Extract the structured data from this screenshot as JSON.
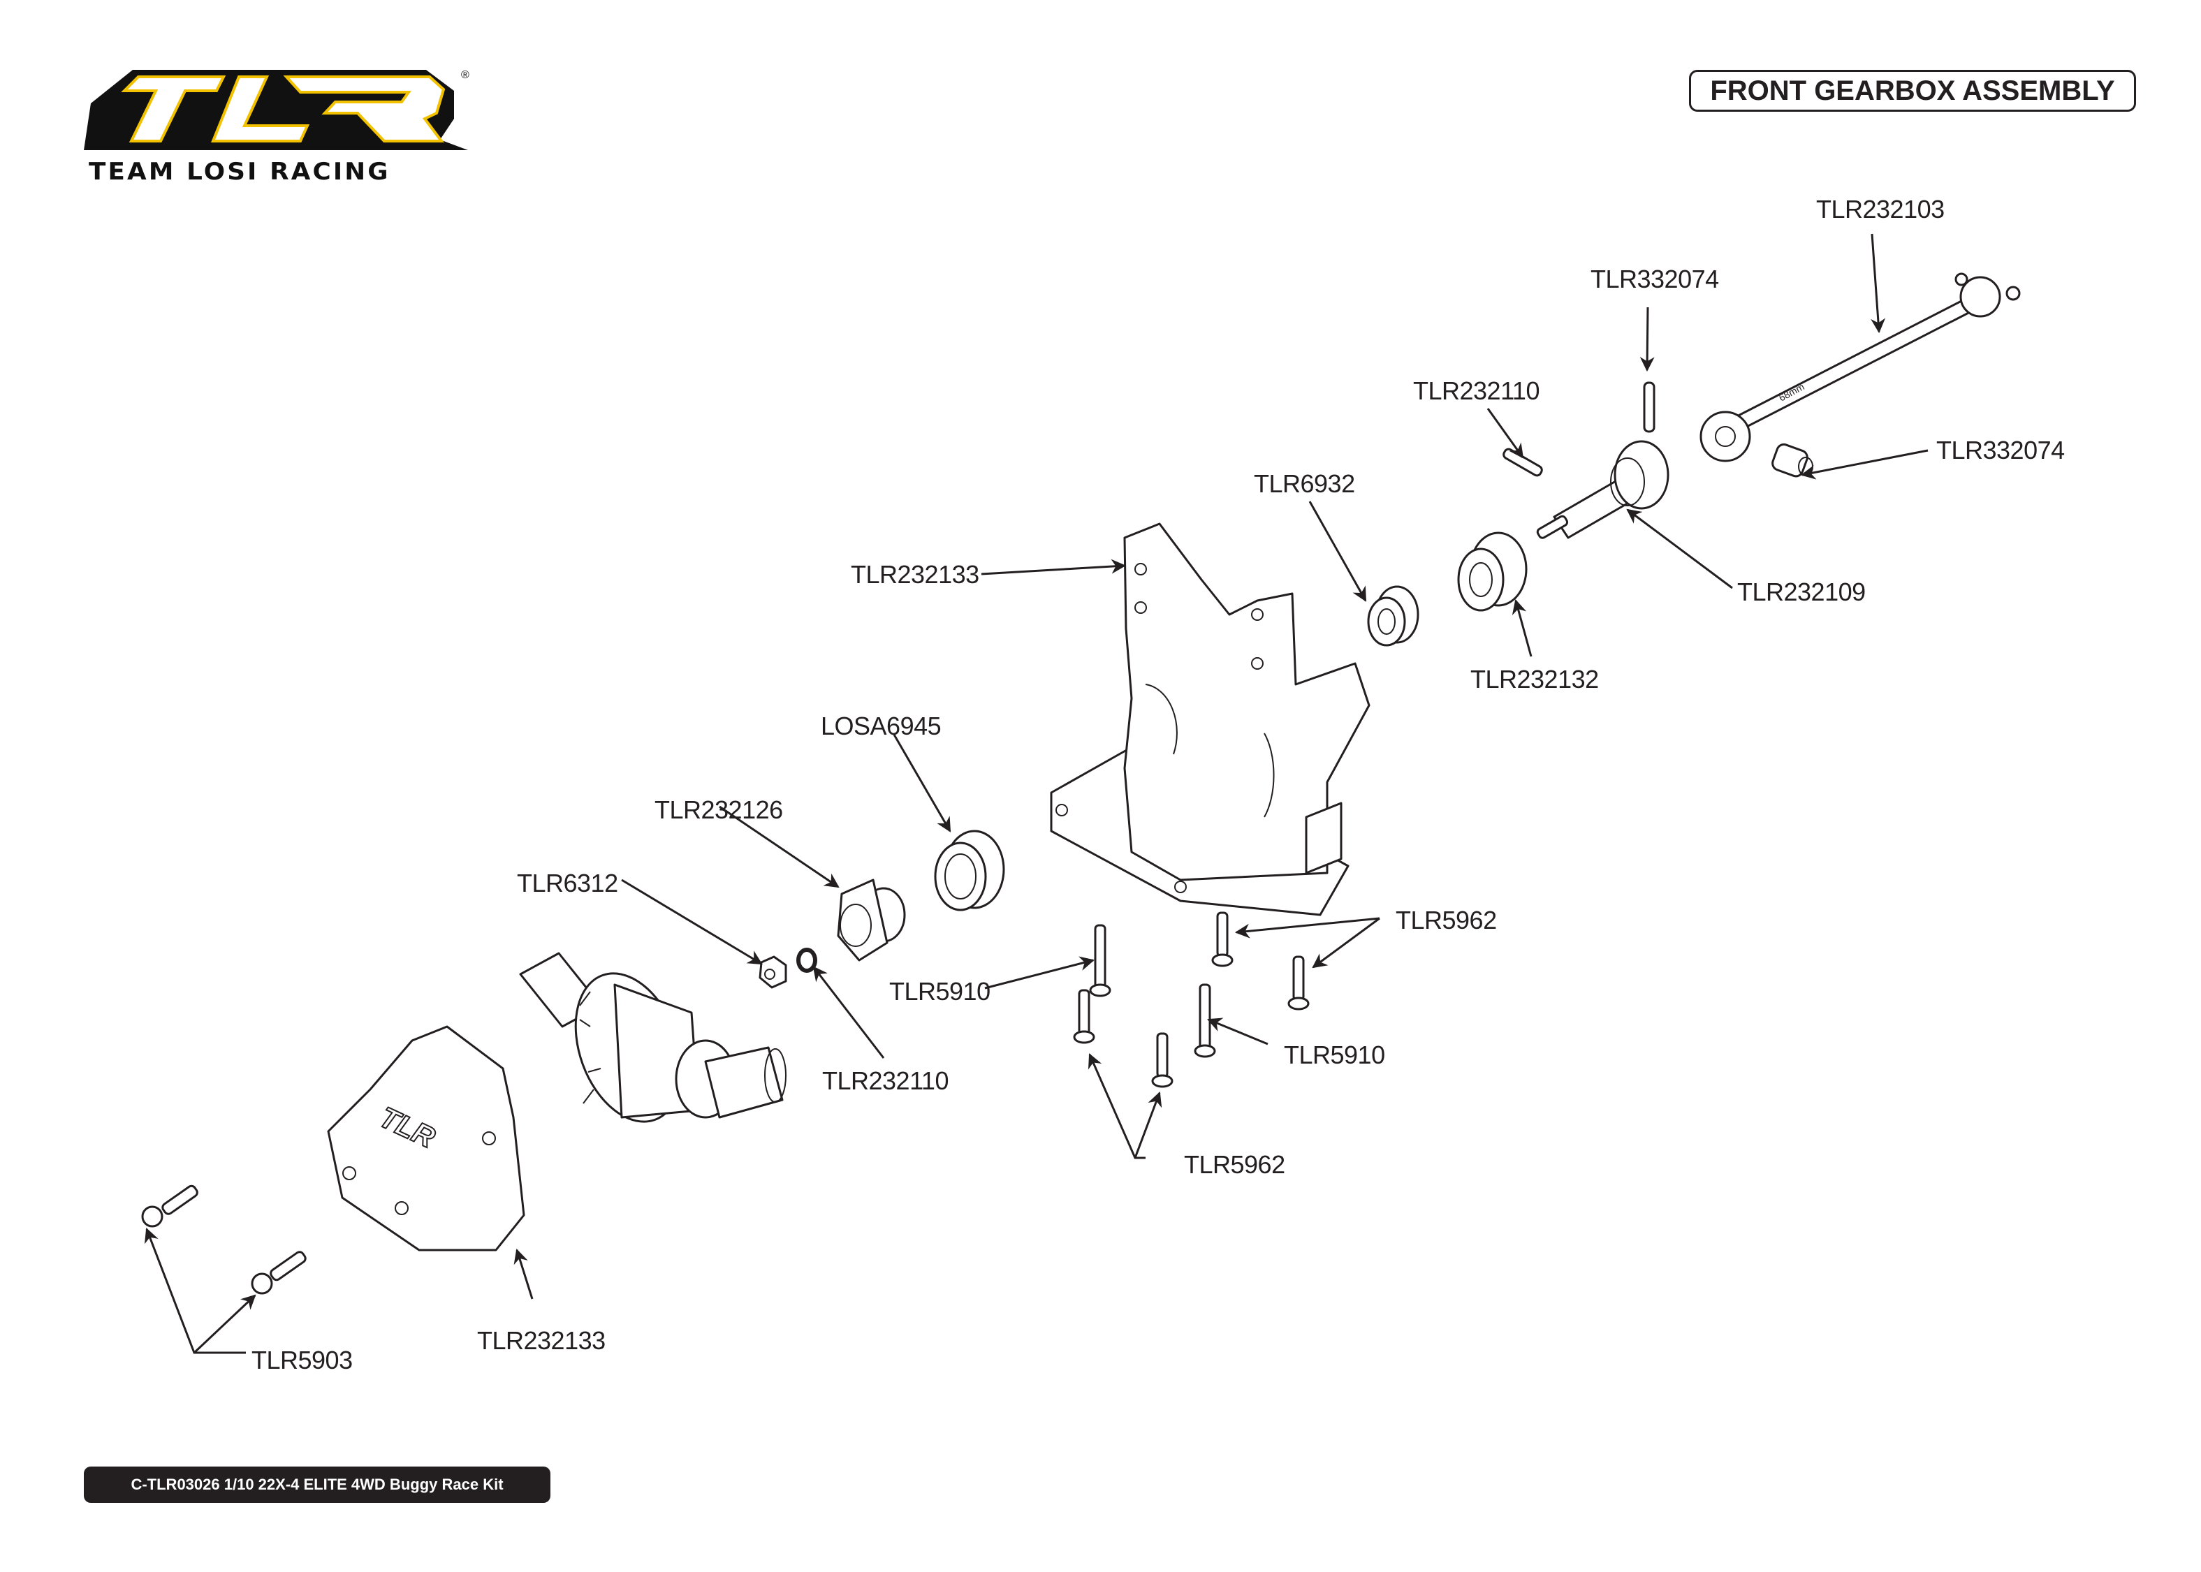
{
  "brand": {
    "logo_text": "TLR",
    "registered_mark": "®",
    "subtitle": "TEAM LOSI RACING",
    "colors": {
      "logo_black": "#111111",
      "logo_yellow": "#f2c200",
      "logo_fill": "#ffffff"
    }
  },
  "page": {
    "title": "FRONT GEARBOX ASSEMBLY",
    "footer": "C-TLR03026 1/10 22X-4 ELITE 4WD Buggy Race Kit"
  },
  "colors": {
    "ink": "#231f20",
    "background": "#ffffff"
  },
  "callouts": [
    {
      "id": "c1",
      "part_number": "TLR232103",
      "part": "front-driveshaft"
    },
    {
      "id": "c2",
      "part_number": "TLR332074",
      "part": "drive-pin-upper"
    },
    {
      "id": "c3",
      "part_number": "TLR332074",
      "part": "coupler-sleeve"
    },
    {
      "id": "c4",
      "part_number": "TLR232110",
      "part": "drive-pin-small"
    },
    {
      "id": "c5",
      "part_number": "TLR232109",
      "part": "outdrive-cup"
    },
    {
      "id": "c6",
      "part_number": "TLR6932",
      "part": "bearing-small"
    },
    {
      "id": "c7",
      "part_number": "TLR232132",
      "part": "bearing-flanged"
    },
    {
      "id": "c8",
      "part_number": "TLR232133",
      "part": "gearbox-housing-rear"
    },
    {
      "id": "c9",
      "part_number": "LOSA6945",
      "part": "bearing-large"
    },
    {
      "id": "c10",
      "part_number": "TLR232126",
      "part": "pinion-gear"
    },
    {
      "id": "c11",
      "part_number": "TLR6312",
      "part": "locknut"
    },
    {
      "id": "c12",
      "part_number": "TLR232110",
      "part": "washer"
    },
    {
      "id": "c13",
      "part_number": "TLR5962",
      "part": "screws-upper-right"
    },
    {
      "id": "c14",
      "part_number": "TLR5910",
      "part": "screw-long-left"
    },
    {
      "id": "c15",
      "part_number": "TLR5910",
      "part": "screw-long-center"
    },
    {
      "id": "c16",
      "part_number": "TLR5962",
      "part": "screws-lower"
    },
    {
      "id": "c17",
      "part_number": "TLR5903",
      "part": "button-head-screws"
    },
    {
      "id": "c18",
      "part_number": "TLR232133",
      "part": "gearbox-cover-front"
    }
  ]
}
